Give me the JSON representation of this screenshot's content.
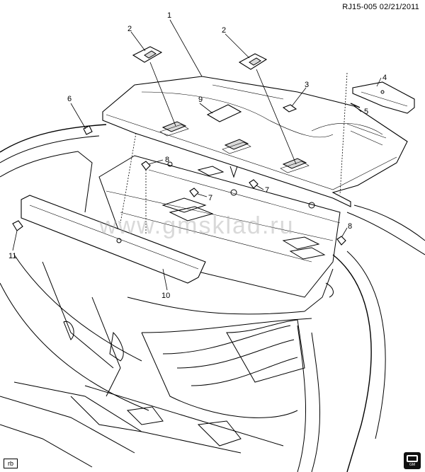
{
  "header": {
    "ref": "RJ15-005  02/21/2011"
  },
  "corner_tag": "rb",
  "watermark": "www.gmsklad.ru",
  "callouts": [
    "1",
    "2",
    "2",
    "3",
    "4",
    "5",
    "6",
    "7",
    "7",
    "8",
    "8",
    "9",
    "10",
    "11"
  ]
}
